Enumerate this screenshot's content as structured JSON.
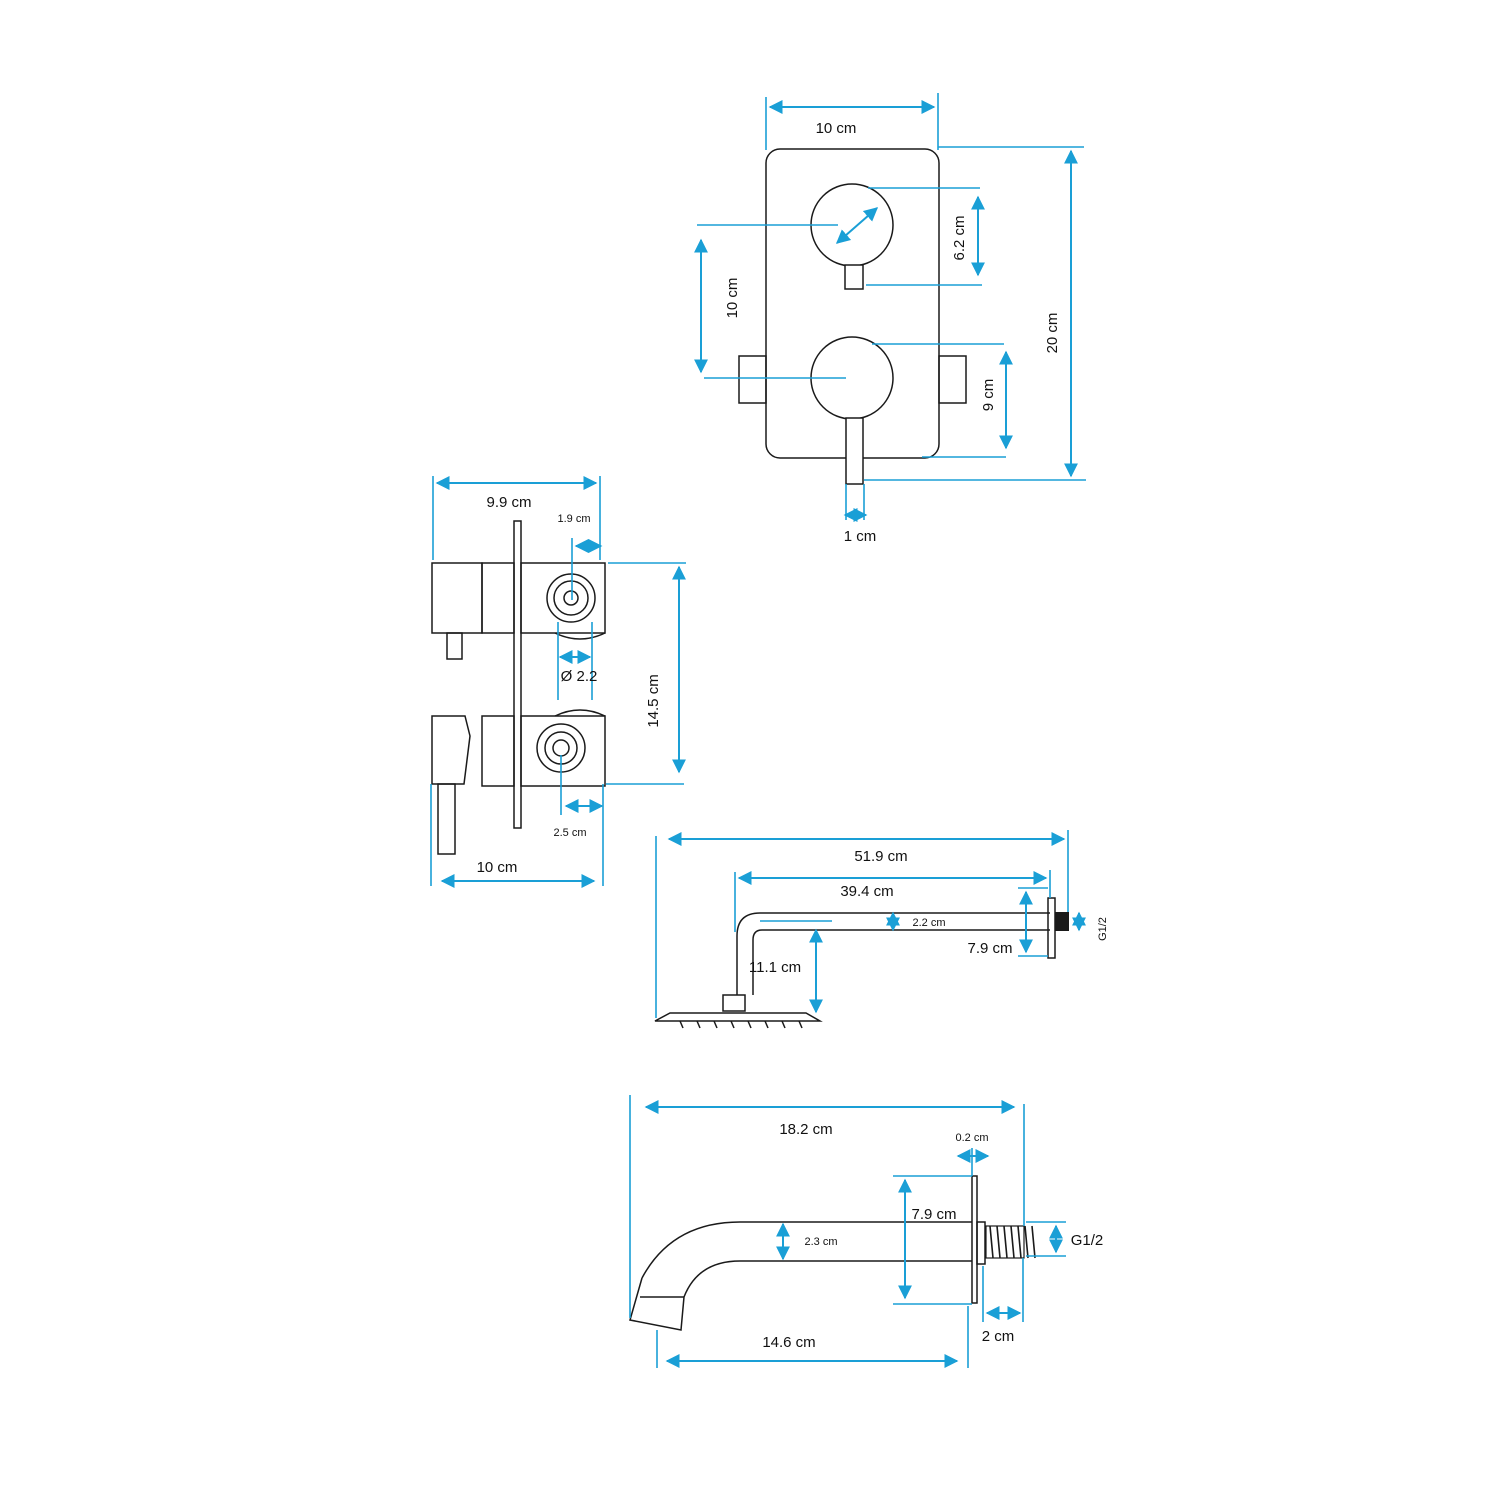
{
  "colors": {
    "dimension": "#1a9fd6",
    "part": "#1a1a1a",
    "background": "#ffffff"
  },
  "labels": {
    "front_width": "10 cm",
    "front_height": "20 cm",
    "knob_top": "6.2 cm",
    "knob_spacing": "10 cm",
    "knob_bottom": "9 cm",
    "handle_width": "1 cm",
    "side_top_width": "9.9 cm",
    "side_offset_top": "1.9 cm",
    "port_diameter": "Ø 2.2",
    "side_height": "14.5 cm",
    "side_offset_bottom": "2.5 cm",
    "side_bottom_width": "10 cm",
    "arm_total": "51.9 cm",
    "arm_length": "39.4 cm",
    "arm_diameter": "2.2 cm",
    "arm_flange": "7.9 cm",
    "arm_drop": "11.1 cm",
    "arm_thread": "G1/2",
    "spout_total": "18.2 cm",
    "spout_plate": "0.2 cm",
    "spout_flange": "7.9 cm",
    "spout_diameter": "2.3 cm",
    "spout_thread": "G1/2",
    "spout_length": "14.6 cm",
    "spout_thread_length": "2 cm"
  }
}
